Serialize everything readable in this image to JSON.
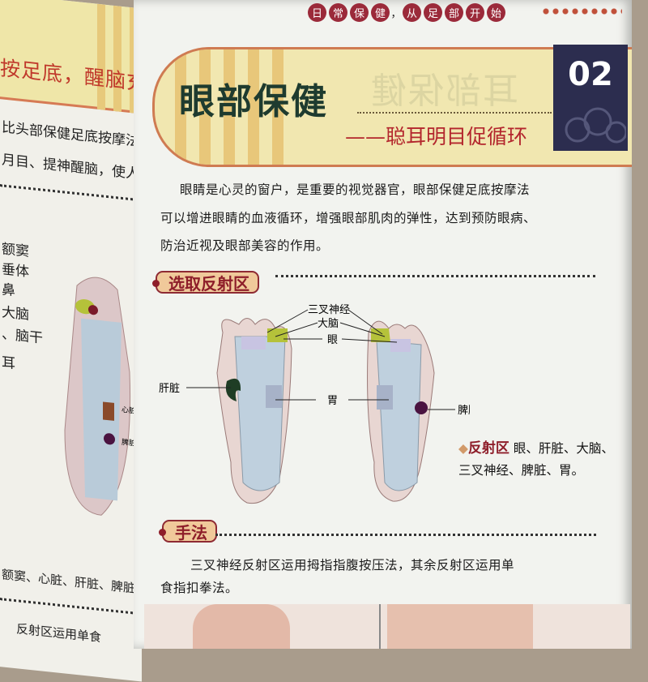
{
  "left_page": {
    "title": "按足底，醒脑充精",
    "intro_lines": [
      "比头部保健足底按摩法大致",
      "月目、提神醒脑，使人精力充"
    ],
    "labels": [
      "额窦",
      "垂体",
      "鼻",
      "大脑",
      "、脑干",
      "耳"
    ],
    "organ_labels": [
      "心脏",
      "脾脏"
    ],
    "reflex_line": "额窦、心脏、肝脏、脾脏、鼻",
    "method_line": "反射区运用单食"
  },
  "header": {
    "band_chars": [
      "日",
      "常",
      "保",
      "健",
      "，",
      "从",
      "足",
      "部",
      "开",
      "始"
    ]
  },
  "banner": {
    "title": "眼部保健",
    "subtitle": "——聪耳明目促循环",
    "ghost_title": "耳部保健",
    "number": "02"
  },
  "intro": {
    "lines": [
      "眼睛是心灵的窗户，是重要的视觉器官，眼部保健足底按摩法",
      "可以增进眼睛的血液循环，增强眼部肌肉的弹性，达到预防眼病、",
      "防治近视及眼部美容的作用。"
    ]
  },
  "section_reflex": {
    "label": "选取反射区",
    "diagram_labels": {
      "trigeminal": "三叉神经",
      "brain": "大脑",
      "eye": "眼",
      "liver": "肝脏",
      "stomach": "胃",
      "spleen": "脾脏"
    },
    "summary_title": "反射区",
    "summary_text": "眼、肝脏、大脑、三叉神经、脾脏、胃。"
  },
  "section_method": {
    "label": "手法",
    "lines": [
      "三叉神经反射区运用拇指指腹按压法，其余反射区运用单",
      "食指扣拳法。"
    ]
  },
  "colors": {
    "brand_red": "#8e1e2a",
    "banner_navy": "#2c2d4f",
    "banner_yellow": "#f1e7b0",
    "brain_zone": "#b5c23a",
    "liver_zone": "#1f3d25",
    "spleen_zone": "#4a1340"
  }
}
